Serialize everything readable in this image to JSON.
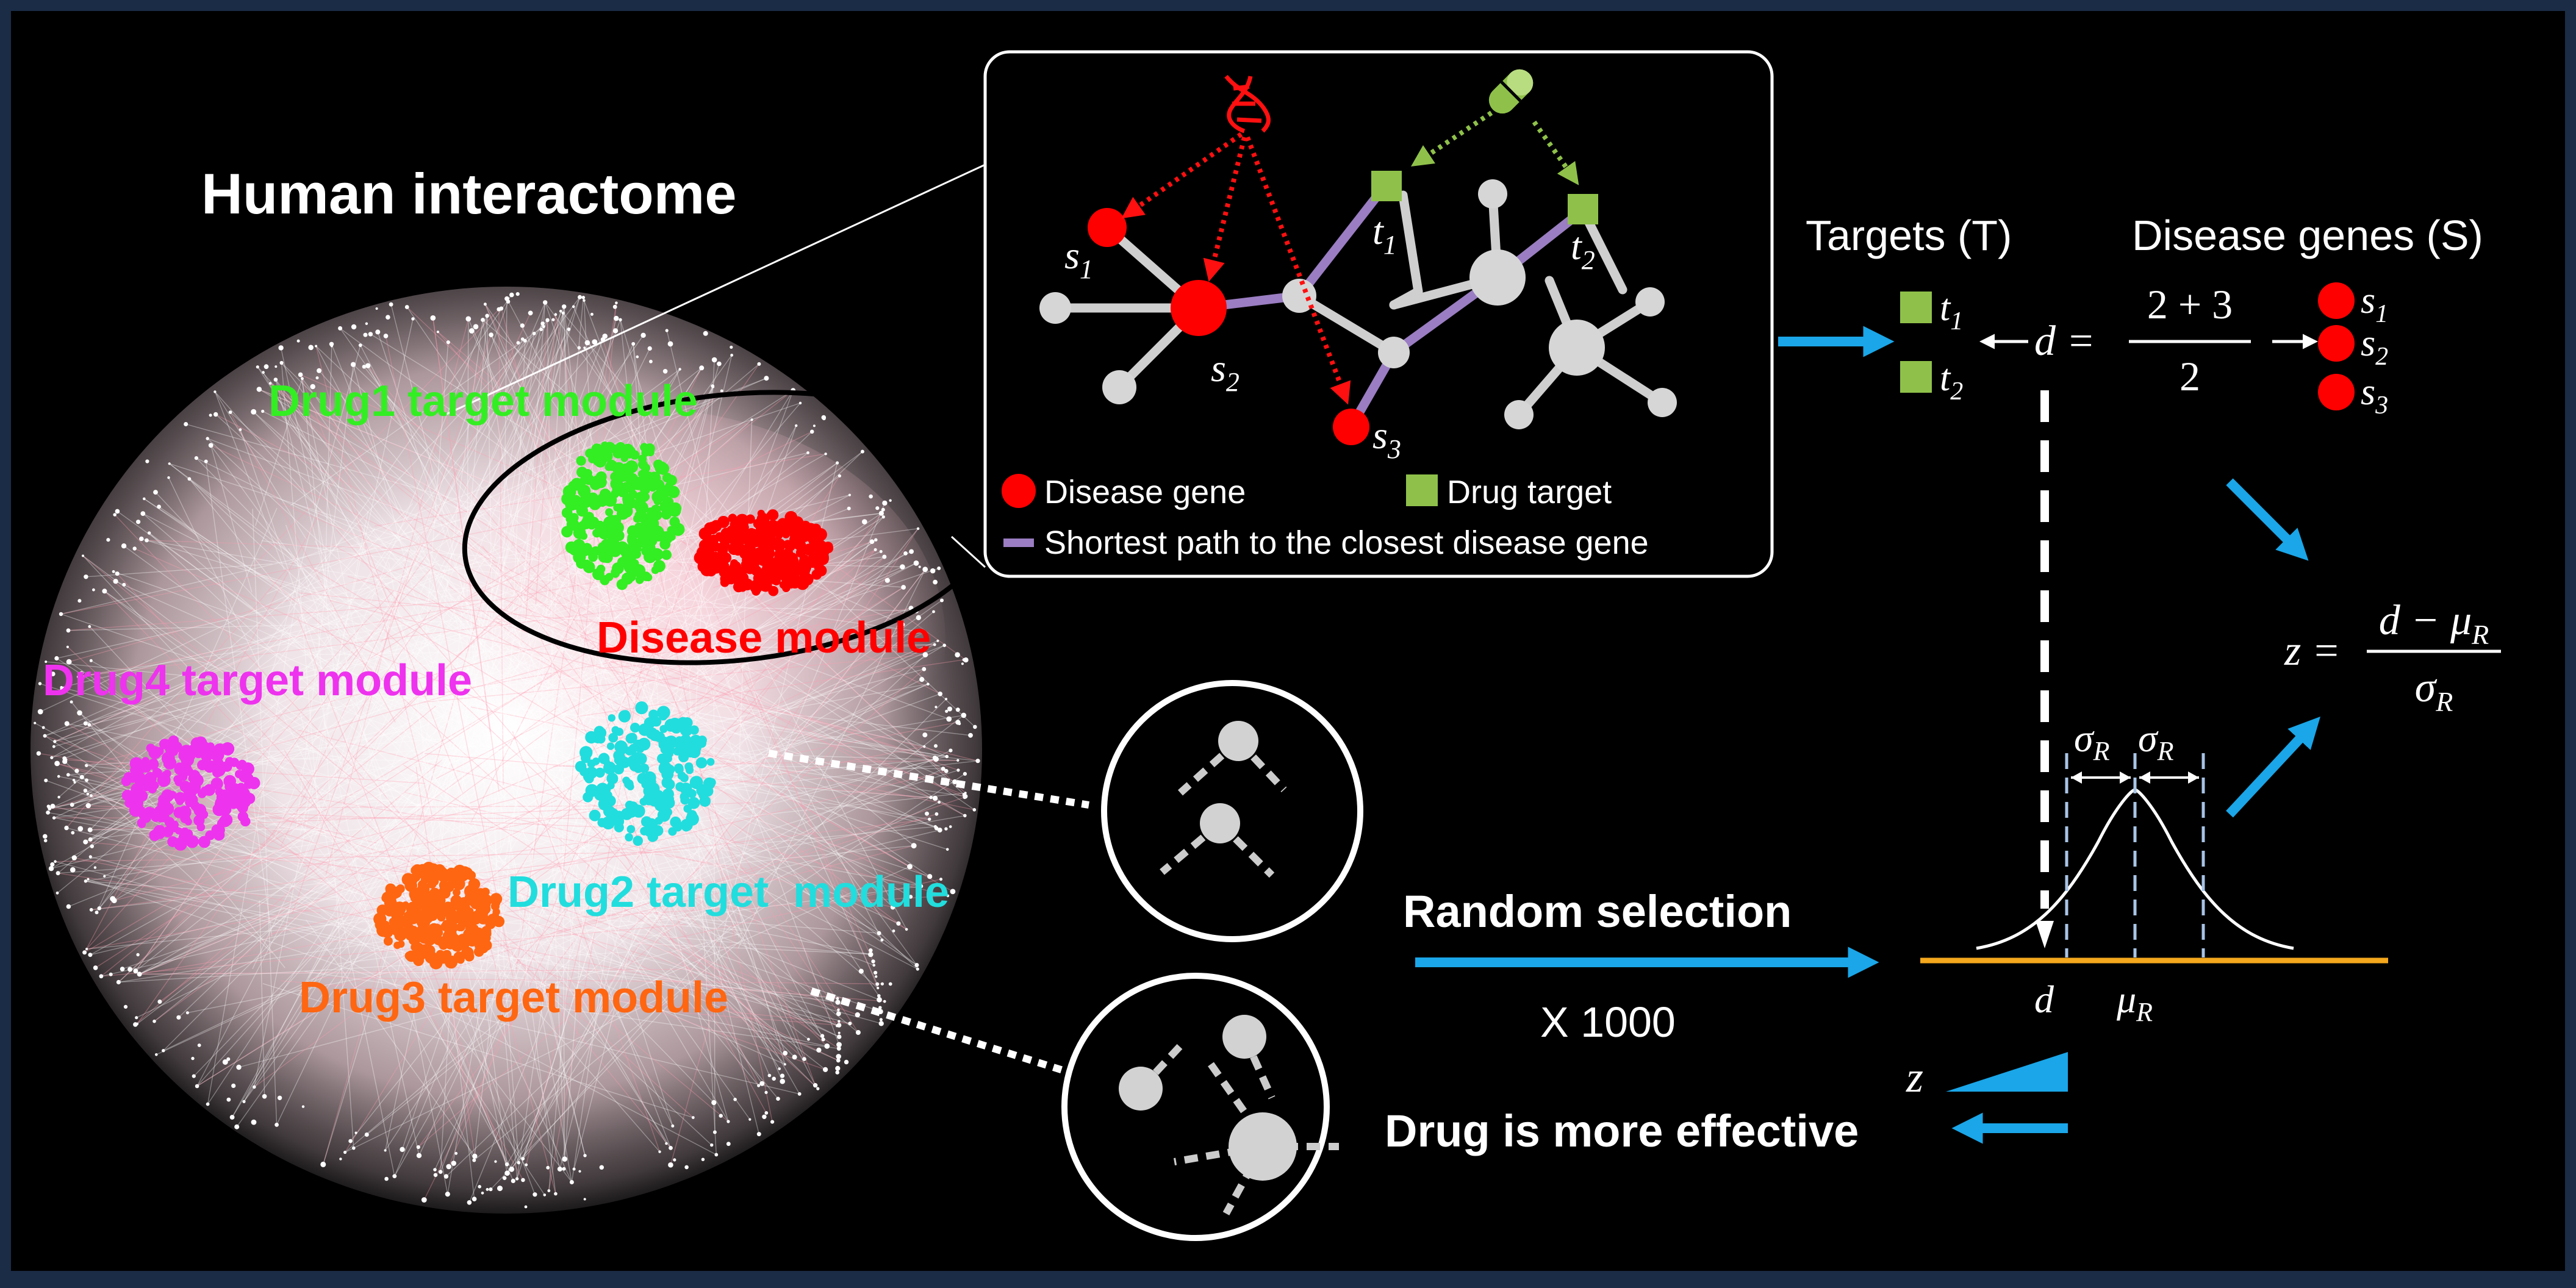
{
  "title": "Human interactome",
  "modules": {
    "drug1": "Drug1 target module",
    "disease": "Disease module",
    "drug4": "Drug4 target module",
    "drug2": "Drug2 target  module",
    "drug3": "Drug3 target module"
  },
  "inset_legend": {
    "disease_gene": "Disease gene",
    "drug_target": "Drug target",
    "shortest_path": "Shortest path to the closest disease gene"
  },
  "inset_labels": {
    "s1": "s",
    "s1_sub": "1",
    "s2": "s",
    "s2_sub": "2",
    "s3": "s",
    "s3_sub": "3",
    "t1": "t",
    "t1_sub": "1",
    "t2": "t",
    "t2_sub": "2"
  },
  "targets_header": "Targets (T)",
  "disease_genes_header": "Disease genes (S)",
  "target_list": [
    {
      "base": "t",
      "sub": "1"
    },
    {
      "base": "t",
      "sub": "2"
    }
  ],
  "gene_list": [
    {
      "base": "s",
      "sub": "1"
    },
    {
      "base": "s",
      "sub": "2"
    },
    {
      "base": "s",
      "sub": "3"
    }
  ],
  "distance_formula": {
    "lhs": "d = ",
    "numerator": "2 + 3",
    "denominator": "2"
  },
  "z_formula": {
    "lhs": "z = ",
    "numerator": "d − μ",
    "num_sub": "R",
    "denominator": "σ",
    "den_sub": "R"
  },
  "distribution": {
    "sigma1": "σ",
    "sigma1_sub": "R",
    "sigma2": "σ",
    "sigma2_sub": "R",
    "d_label": "d",
    "mu_label": "μ",
    "mu_sub": "R"
  },
  "random_selection": "Random selection",
  "repeat": "X 1000",
  "z_label": "z",
  "conclusion": "Drug is more effective",
  "colors": {
    "background": "#000000",
    "frame": "#1b2c46",
    "disease": "#ff0000",
    "drug1": "#33ee22",
    "drug2": "#22dddd",
    "drug3": "#ff6611",
    "drug4": "#ee33ee",
    "target_square": "#8fc14a",
    "path": "#9a7dc2",
    "arrow": "#1aa6e8",
    "axis": "#f4a81d",
    "dashed_blue": "#a8c4e6"
  }
}
